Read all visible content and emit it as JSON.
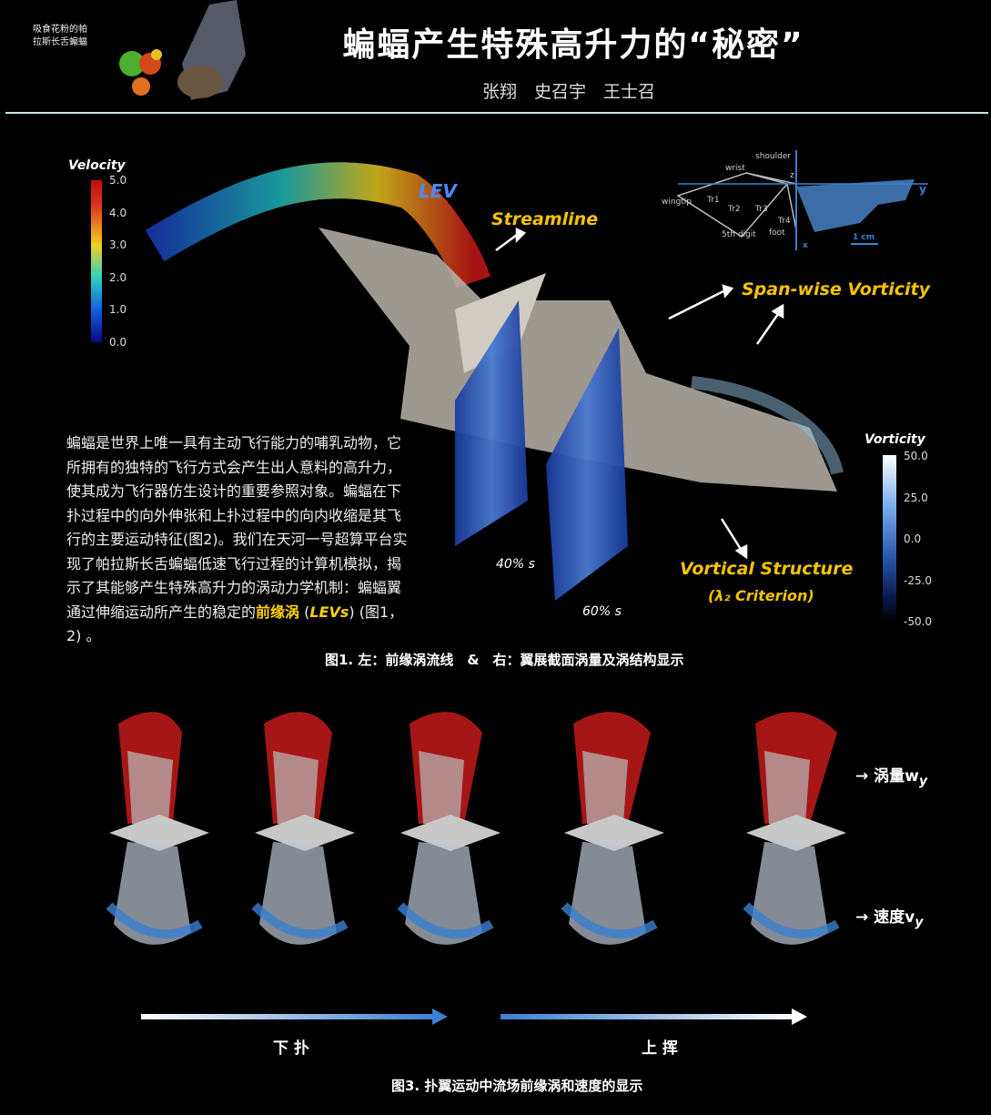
{
  "header": {
    "title": "蝙蝠产生特殊高升力的“秘密”",
    "authors": "张翔　史召宇　王士召",
    "photo_caption": [
      "吸食花粉的帕",
      "拉斯长舌蝙蝠"
    ]
  },
  "figure1": {
    "velocity_colorbar": {
      "label": "Velocity",
      "ticks": [
        "5.0",
        "4.0",
        "3.0",
        "2.0",
        "1.0",
        "0.0"
      ]
    },
    "vorticity_colorbar": {
      "label": "Vorticity",
      "ticks": [
        "50.0",
        "25.0",
        "0.0",
        "-25.0",
        "-50.0"
      ]
    },
    "annotations": {
      "lev": "LEV",
      "streamline": "Streamline",
      "spanwise": "Span-wise Vorticity",
      "vortical": "Vortical Structure",
      "criterion": "(λ₂ Criterion)",
      "t40": "40% s",
      "t60": "60% s"
    },
    "inset": {
      "labels": [
        "shoulder",
        "wrist",
        "wingtip",
        "Tr1",
        "Tr2",
        "Tr3",
        "Tr4",
        "5th digit",
        "foot",
        "z",
        "x",
        "y"
      ],
      "scale": "1 cm"
    },
    "caption": "图1. 左：前缘涡流线　&　右：翼展截面涡量及涡结构显示"
  },
  "paragraph": {
    "text": "蝙蝠是世界上唯一具有主动飞行能力的哺乳动物，它所拥有的独特的飞行方式会产生出人意料的高升力，使其成为飞行器仿生设计的重要参照对象。蝙蝠在下扑过程中的向外伸张和上扑过程中的向内收缩是其飞行的主要运动特征(图2)。我们在天河一号超算平台实现了帕拉斯长舌蝙蝠低速飞行过程的计算机模拟，揭示了其能够产生特殊高升力的涡动力学机制：蝙蝠翼通过伸缩运动所产生的稳定的",
    "highlight": "前缘涡",
    "paren_open": " (",
    "levs": "LEVs",
    "tail": ") (图1，2) 。"
  },
  "figure3": {
    "label_vorticity": "→ 涡量w",
    "sub_vorticity": "y",
    "label_velocity": "→ 速度v",
    "sub_velocity": "y",
    "downstroke": "下 扑",
    "upstroke": "上 挥",
    "caption": "图3. 扑翼运动中流场前缘涡和速度的显示"
  },
  "colors": {
    "accent": "#f5c400",
    "rule": "#bfe8ea",
    "blue": "#3a7fd0"
  }
}
